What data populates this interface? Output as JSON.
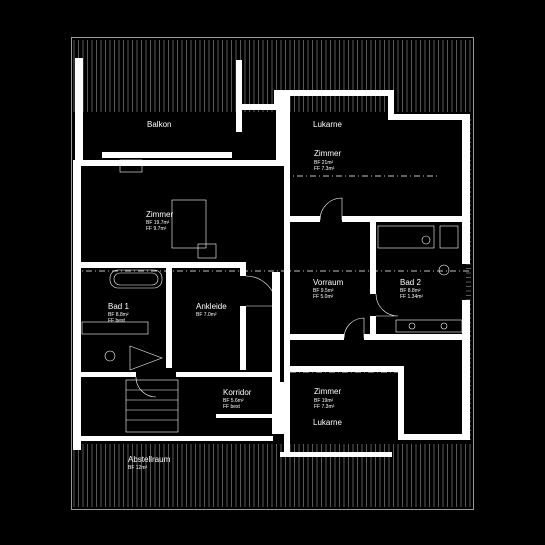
{
  "rooms": {
    "balkon": {
      "name": "Balkon"
    },
    "lukarne_top": {
      "name": "Lukarne"
    },
    "zimmer_top_right": {
      "name": "Zimmer",
      "bf": "BF 21m²",
      "ff": "FF 7.3m²"
    },
    "zimmer_main": {
      "name": "Zimmer",
      "bf": "BF 19.7m²",
      "ff": "FF 9.7m²"
    },
    "vorraum": {
      "name": "Vorraum",
      "bf": "BF 9.5m²",
      "ff": "FF 5.0m²"
    },
    "bad2": {
      "name": "Bad 2",
      "bf": "BF 8.8m²",
      "ff": "FF 1.34m²"
    },
    "bad1": {
      "name": "Bad 1",
      "bf": "BF 8.8m²",
      "ff": "FF best"
    },
    "ankleide": {
      "name": "Ankleide",
      "bf": "BF 7.0m²"
    },
    "korridor": {
      "name": "Korridor",
      "bf": "BF 5.6m²",
      "ff": "FF best"
    },
    "zimmer_bottom_right": {
      "name": "Zimmer",
      "bf": "BF 19m²",
      "ff": "FF 7.3m²"
    },
    "lukarne_bottom": {
      "name": "Lukarne"
    },
    "abstellraum": {
      "name": "Abstellraum",
      "bf": "BF 12m²"
    }
  },
  "colors": {
    "background": "#000000",
    "lines": "#ffffff"
  }
}
